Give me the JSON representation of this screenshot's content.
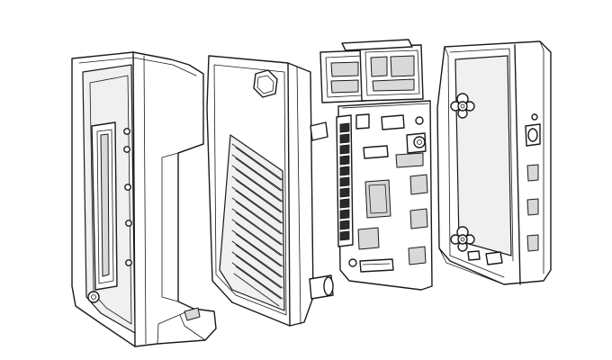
{
  "figure": {
    "parts": [
      {
        "name": "outer-case-shell-front"
      },
      {
        "name": "heatsink-lid"
      },
      {
        "name": "raspberry-pi-board"
      },
      {
        "name": "base-case-shell"
      }
    ],
    "colors": {
      "line": "#1a1a1a",
      "fill": "#ffffff",
      "shade": "#d8d8d8"
    }
  }
}
